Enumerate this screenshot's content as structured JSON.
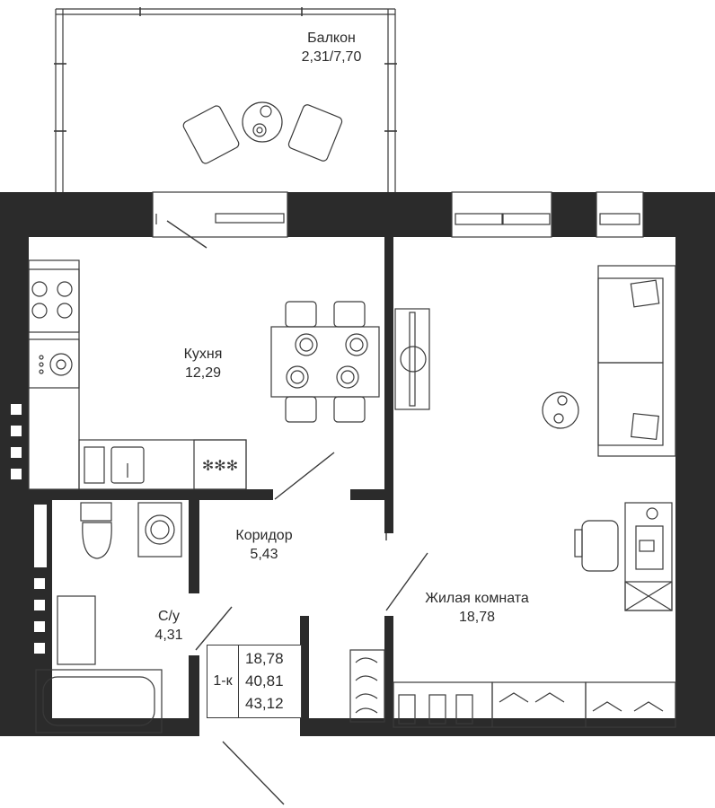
{
  "rooms": {
    "balcony": {
      "name": "Балкон",
      "area": "2,31/7,70"
    },
    "kitchen": {
      "name": "Кухня",
      "area": "12,29"
    },
    "corridor": {
      "name": "Коридор",
      "area": "5,43"
    },
    "bathroom": {
      "name": "С/у",
      "area": "4,31"
    },
    "living": {
      "name": "Жилая комната",
      "area": "18,78"
    }
  },
  "summary": {
    "type": "1-к",
    "living_area": "18,78",
    "total_area": "40,81",
    "total_with_balcony": "43,12"
  },
  "colors": {
    "wall": "#2b2b2b",
    "line": "#3a3a3a",
    "background": "#ffffff"
  }
}
